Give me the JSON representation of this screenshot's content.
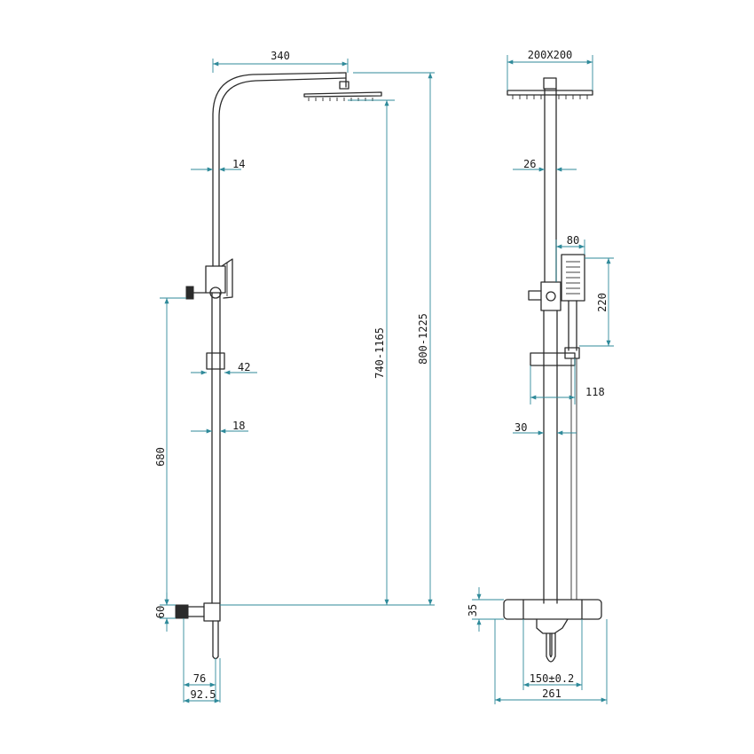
{
  "side_view": {
    "dimensions": {
      "arm_reach": "340",
      "riser_width_upper": "14",
      "holder_width": "42",
      "riser_width_lower": "18",
      "valve_to_holder_height": "680",
      "inlet_height": "60",
      "inlet_depth": "76",
      "overall_depth": "92.5",
      "head_height_range": "740-1165",
      "overall_height_range": "800-1225"
    }
  },
  "front_view": {
    "dimensions": {
      "head_size": "200X200",
      "riser_width_upper": "26",
      "handset_width": "80",
      "handset_height": "220",
      "holder_span": "118",
      "riser_width_lower": "30",
      "valve_height": "35",
      "inlet_centres": "150±0.2",
      "valve_width": "261"
    }
  }
}
